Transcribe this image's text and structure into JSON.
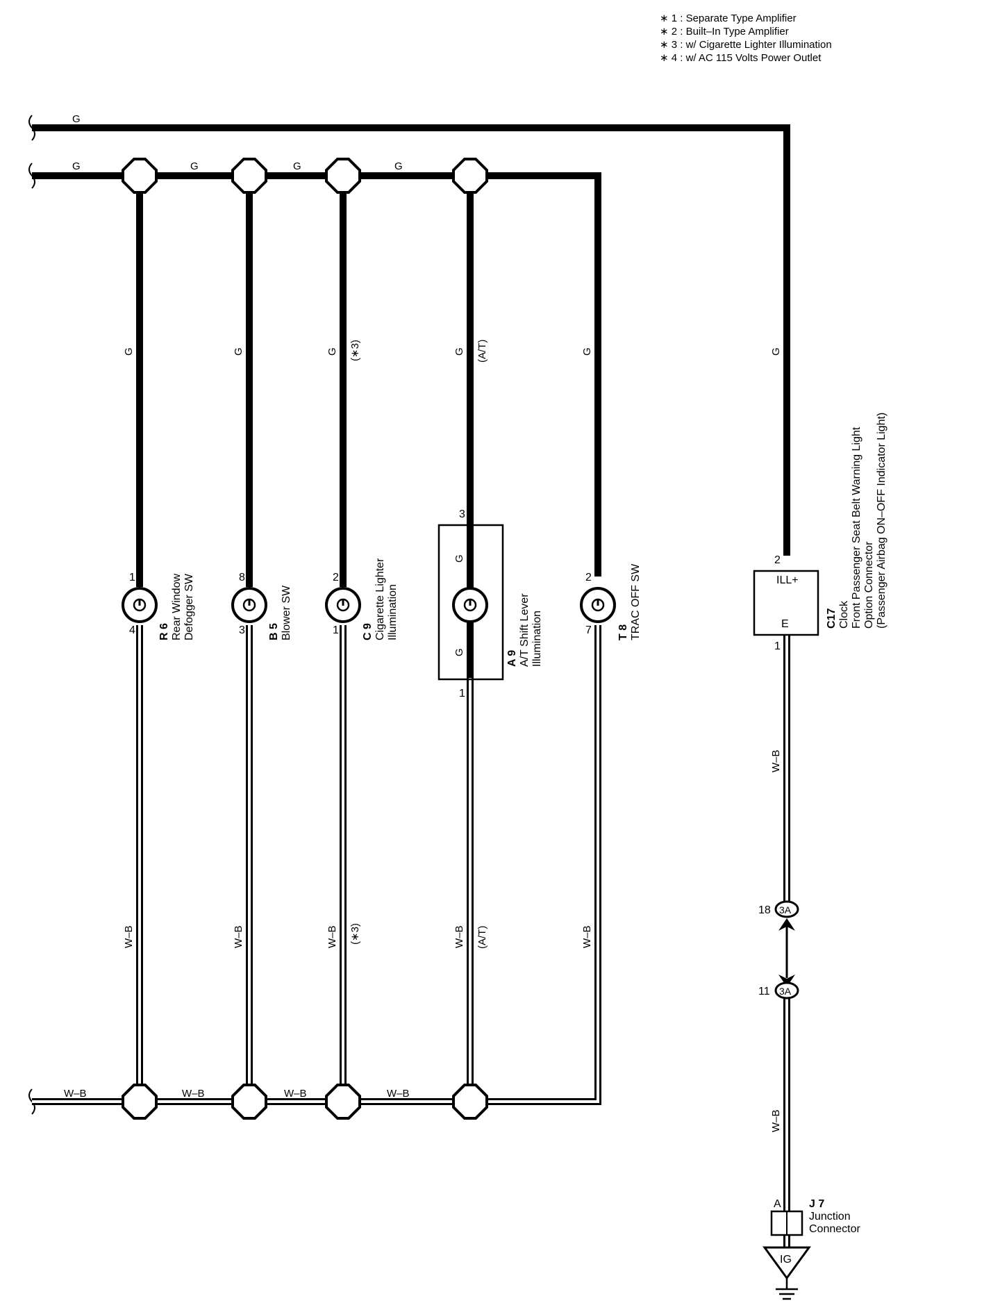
{
  "notes": [
    "∗ 1 : Separate Type Amplifier",
    "∗ 2 : Built–In Type Amplifier",
    "∗ 3 : w/ Cigarette Lighter Illumination",
    "∗ 4 : w/ AC 115 Volts Power Outlet"
  ],
  "wire_colors": {
    "green": "G",
    "white_black": "W–B"
  },
  "qualifiers": {
    "cig": "(∗3)",
    "at": "(A/T)"
  },
  "components": {
    "r6": {
      "code": "R 6",
      "name1": "Rear Window",
      "name2": "Defogger SW",
      "pin_in": "1",
      "pin_out": "4"
    },
    "b5": {
      "code": "B 5",
      "name1": "Blower SW",
      "pin_in": "8",
      "pin_out": "3"
    },
    "c9": {
      "code": "C 9",
      "name1": "Cigarette Lighter",
      "name2": "Illumination",
      "pin_in": "2",
      "pin_out": "1"
    },
    "a9": {
      "code": "A 9",
      "name1": "A/T Shift Lever",
      "name2": "Illumination",
      "pin_in": "3",
      "pin_out": "1",
      "inner_g": "G"
    },
    "t8": {
      "code": "T 8",
      "name1": "TRAC OFF SW",
      "pin_in": "2",
      "pin_out": "7"
    },
    "c17": {
      "code": "C17",
      "name1": "Clock",
      "name2": "Front Passenger Seat Belt Warning Light",
      "name3": "Option Connector",
      "name4": "(Passenger Airbag ON–OFF Indicator Light)",
      "pin_in": "2",
      "pin_out": "1",
      "term_ill": "ILL+",
      "term_e": "E"
    },
    "j7": {
      "code": "J 7",
      "name1": "Junction",
      "name2": "Connector",
      "pin": "A"
    }
  },
  "connectors": {
    "c3a_upper": {
      "label": "3A",
      "pin": "18"
    },
    "c3a_lower": {
      "label": "3A",
      "pin": "11"
    }
  },
  "ground": {
    "label": "IG"
  }
}
